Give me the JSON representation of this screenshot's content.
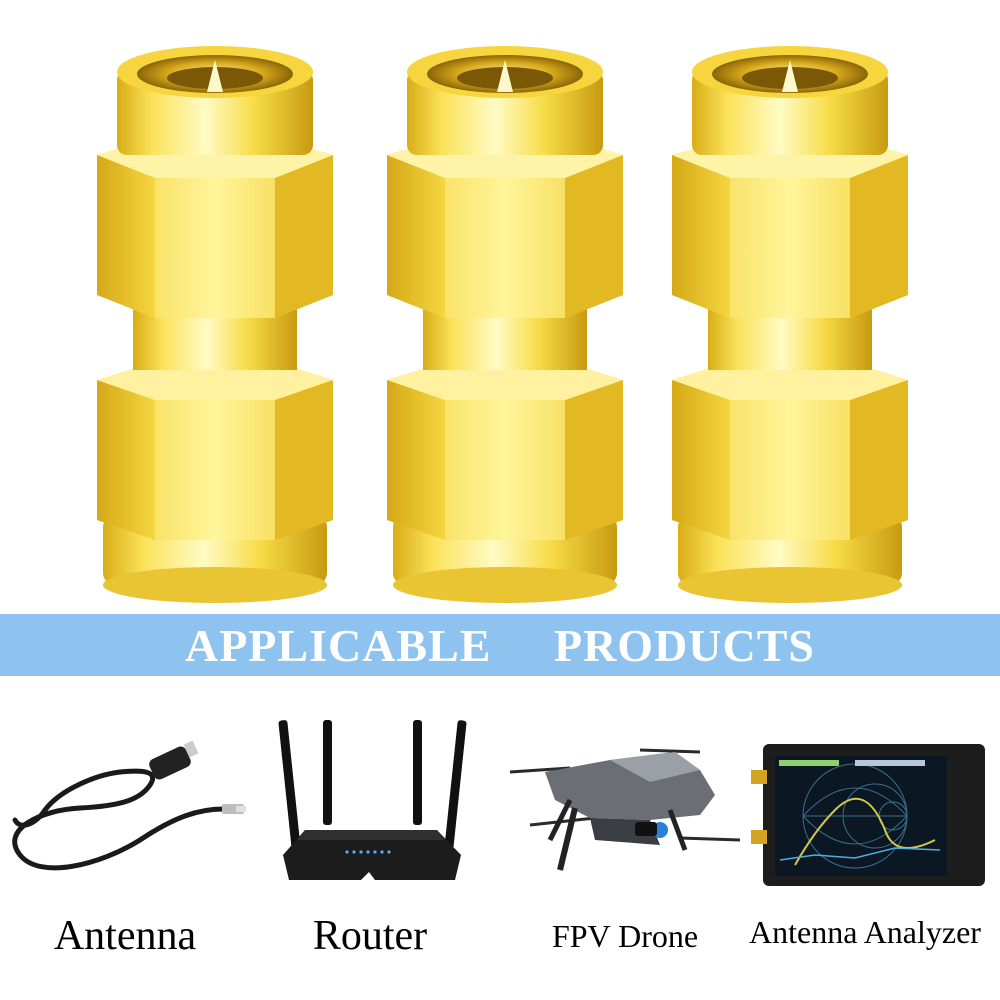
{
  "banner": {
    "text": "APPLICABLE     PRODUCTS"
  },
  "products": [
    {
      "label": "Antenna"
    },
    {
      "label": "Router"
    },
    {
      "label": "FPV Drone"
    },
    {
      "label": "Antenna Analyzer"
    }
  ],
  "colors": {
    "gold_light": "#fff27a",
    "gold_mid": "#f2d33a",
    "gold_dark": "#c59b10",
    "banner": "#8fc3ef",
    "banner_text": "#ffffff"
  }
}
